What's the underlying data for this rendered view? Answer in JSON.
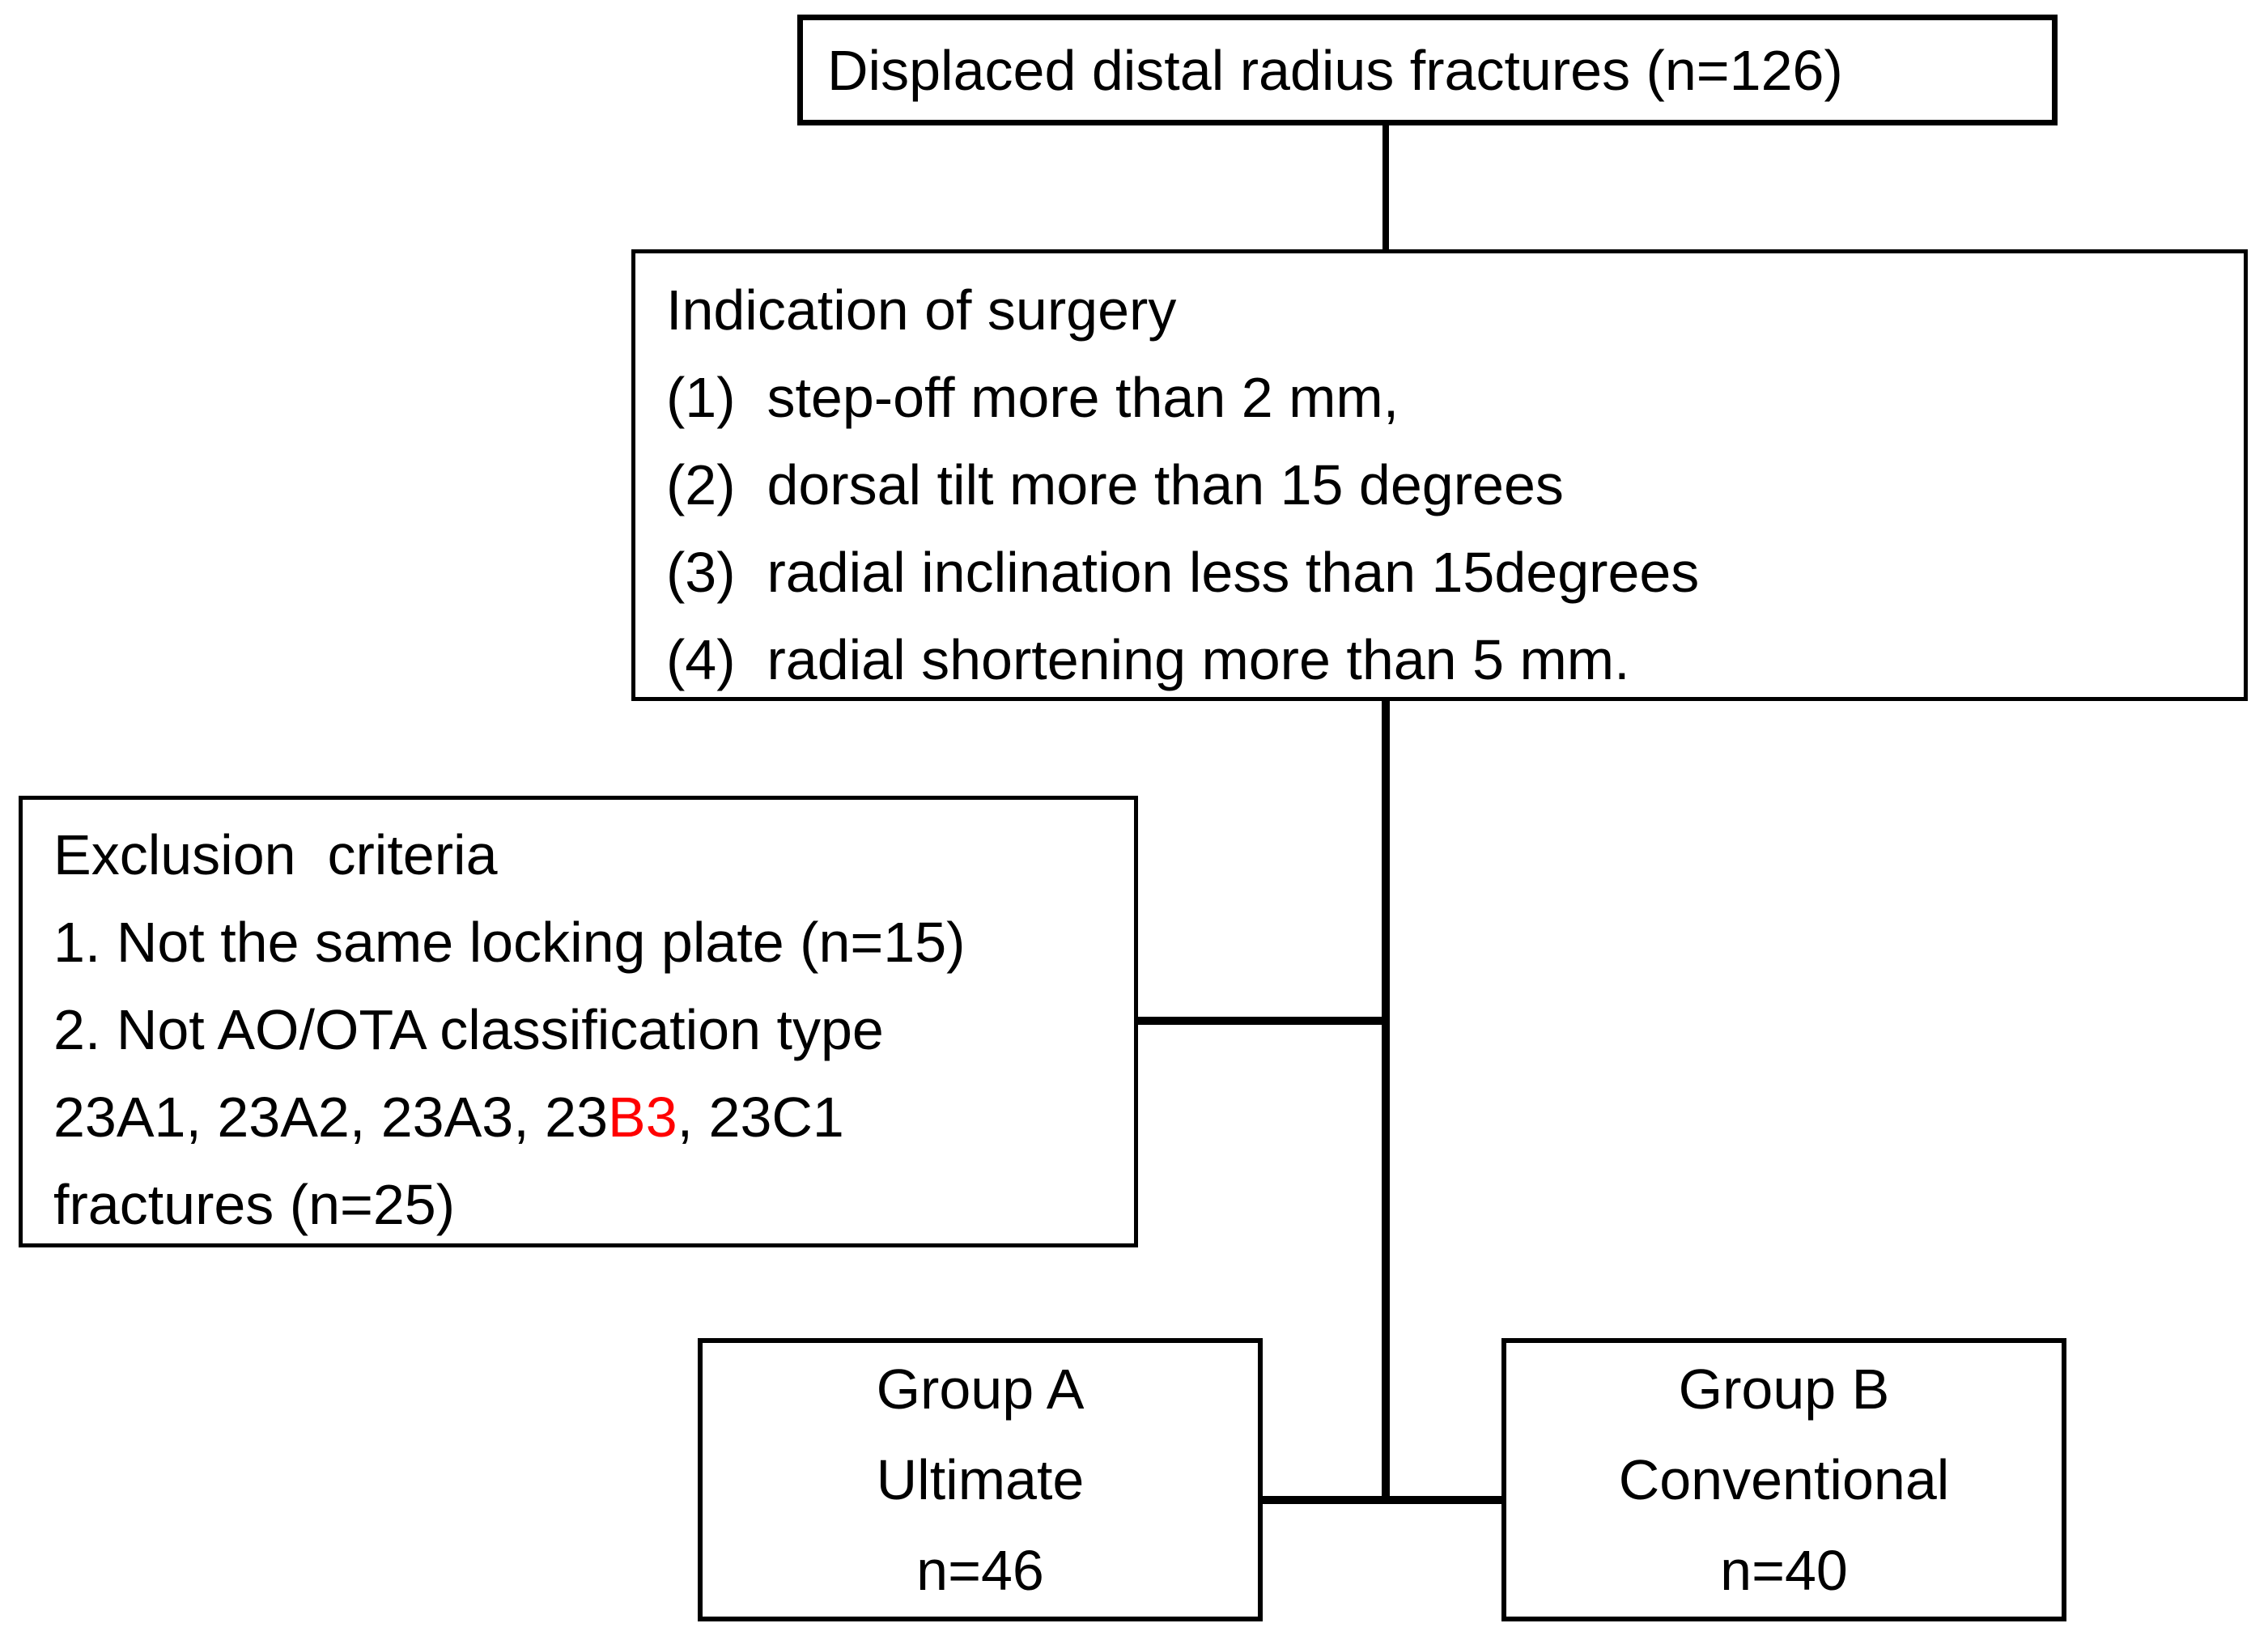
{
  "colors": {
    "line": "#000000",
    "text": "#000000",
    "highlight_red": "#ff0000",
    "background": "#ffffff"
  },
  "flowchart": {
    "enrollment_box": {
      "text": "Displaced distal radius fractures (n=126)"
    },
    "indication_box": {
      "lines": [
        "Indication of surgery",
        "(1)  step-off more than 2 mm,",
        "(2)  dorsal tilt more than 15 degrees",
        "(3)  radial inclination less than 15degrees",
        "(4)  radial shortening more than 5 mm."
      ]
    },
    "exclusion_box": {
      "title": "Exclusion  criteria",
      "item1": "1. Not the same locking plate (n=15)",
      "item2_line1": "2. Not AO/OTA classification type",
      "item2_line2_segments": [
        {
          "text": "23A1, 23A2, 23A3, 23",
          "color": "#000000"
        },
        {
          "text": "B3",
          "color": "#ff0000"
        },
        {
          "text": ", 23C1",
          "color": "#000000"
        }
      ],
      "item2_line3": "fractures (n=25)"
    },
    "group_a_box": {
      "lines": [
        "Group A",
        "Ultimate",
        "n=46"
      ]
    },
    "group_b_box": {
      "lines": [
        "Group B",
        "Conventional",
        "n=40"
      ]
    }
  }
}
